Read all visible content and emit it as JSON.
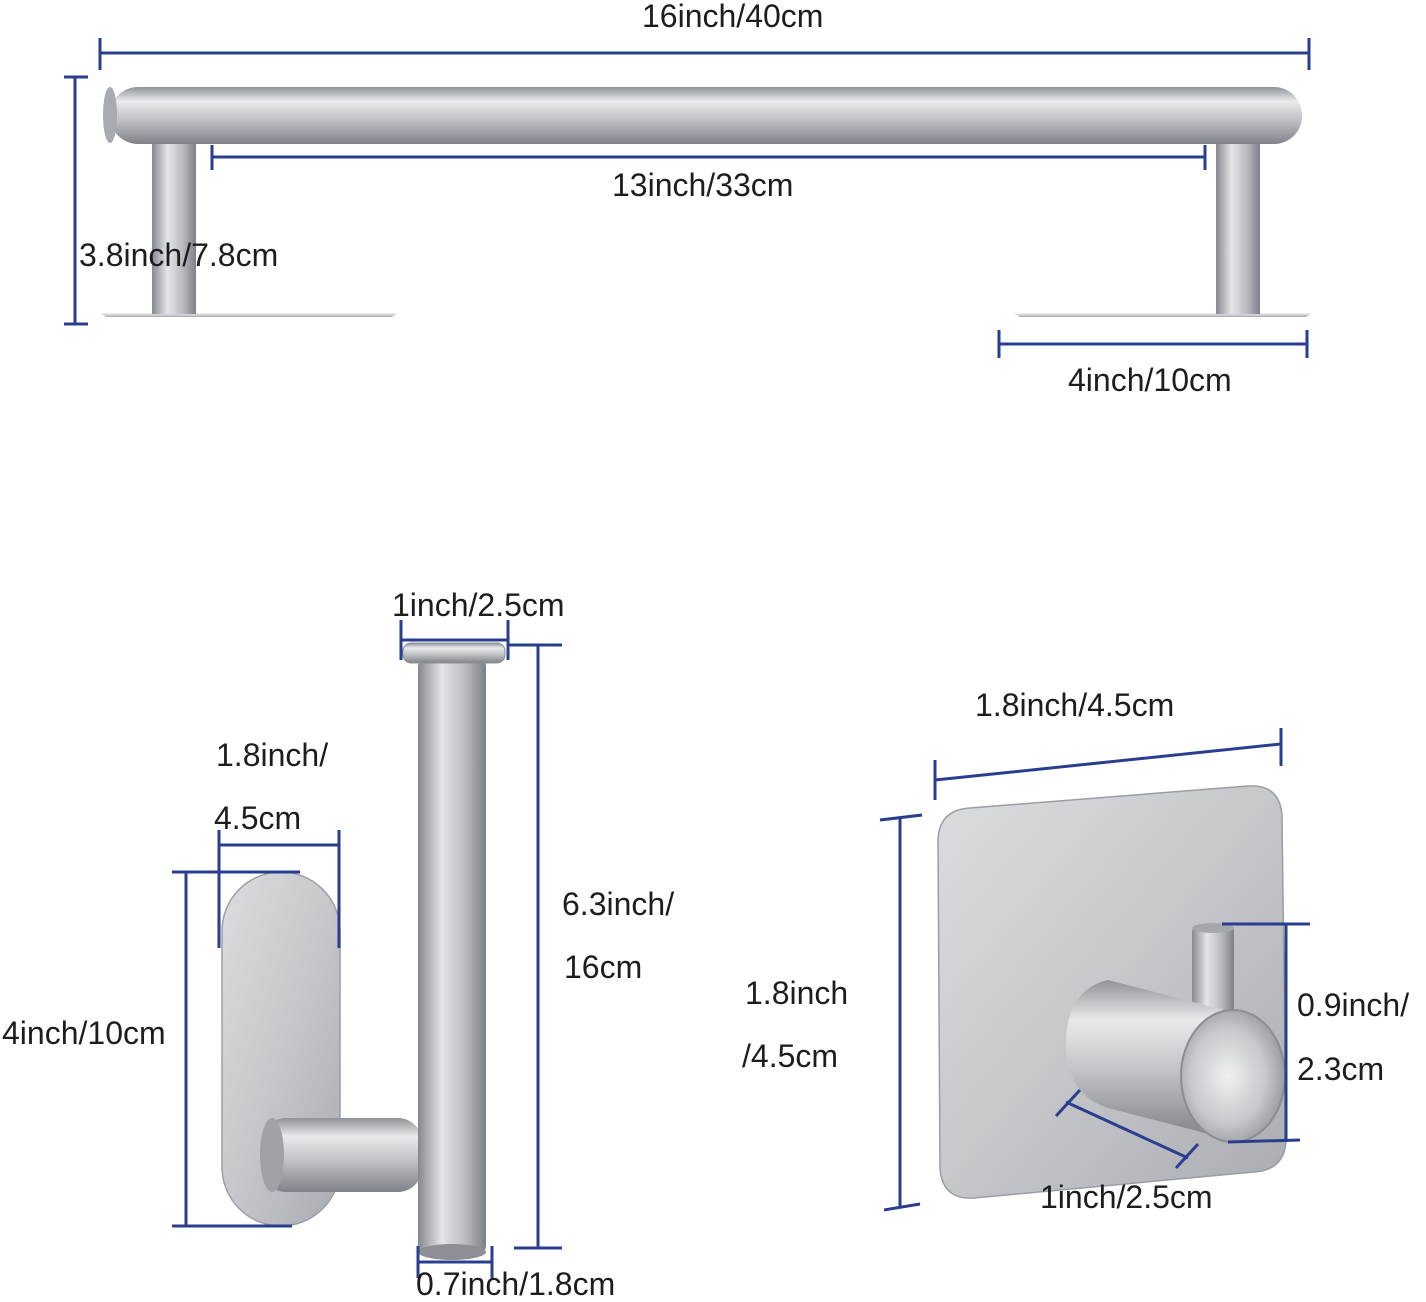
{
  "colors": {
    "dimension_line": "#2a3e8f",
    "metal_light": "#e6e6e8",
    "metal_mid": "#b9bcc1",
    "metal_dark": "#8d9096",
    "text": "#1d1d1d"
  },
  "towel_bar": {
    "overall_length": "16inch/40cm",
    "inner_length": "13inch/33cm",
    "height": "3.8inch/7.8cm",
    "base_length": "4inch/10cm"
  },
  "paper_holder": {
    "cap_width": "1inch/2.5cm",
    "plate_width_line1": "1.8inch/",
    "plate_width_line2": "4.5cm",
    "plate_height": "4inch/10cm",
    "rod_length_line1": "6.3inch/",
    "rod_length_line2": "16cm",
    "rod_diameter": "0.7inch/1.8cm"
  },
  "hook": {
    "plate_width": "1.8inch/4.5cm",
    "plate_height_line1": "1.8inch",
    "plate_height_line2": "/4.5cm",
    "hook_height_line1": "0.9inch/",
    "hook_height_line2": "2.3cm",
    "hook_depth": "1inch/2.5cm"
  }
}
